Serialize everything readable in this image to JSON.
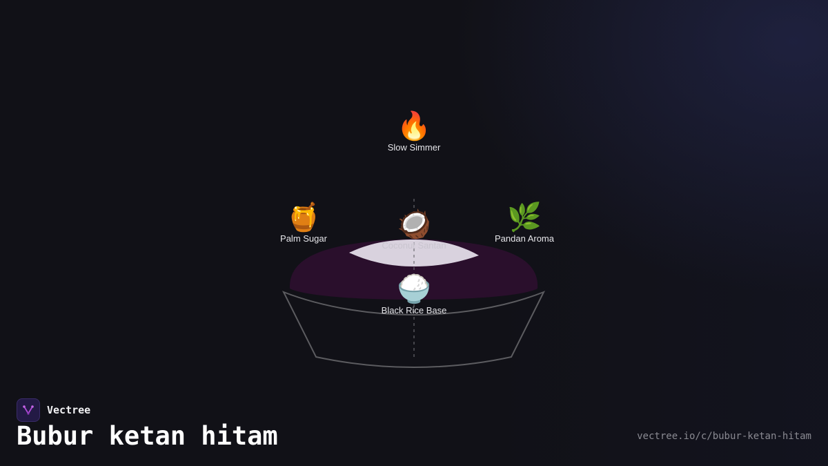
{
  "brand": {
    "name": "Vectree",
    "icon": "vectree-logo-icon",
    "accent": "#b04ad8"
  },
  "title": "Bubur ketan hitam",
  "url": "vectree.io/c/bubur-ketan-hitam",
  "diagram": {
    "bowl_fill": "#2a0f2c",
    "santan_fill": "#d9d2de",
    "outline_color": "#5c5c60",
    "nodes": {
      "slow_simmer": {
        "emoji": "🔥",
        "label": "Slow Simmer"
      },
      "palm_sugar": {
        "emoji": "🍯",
        "label": "Palm Sugar"
      },
      "coconut_santan": {
        "emoji": "🥥",
        "label": "Coconut Santan"
      },
      "pandan_aroma": {
        "emoji": "🌿",
        "label": "Pandan Aroma"
      },
      "black_rice_base": {
        "emoji": "🍚",
        "label": "Black Rice Base"
      }
    }
  }
}
